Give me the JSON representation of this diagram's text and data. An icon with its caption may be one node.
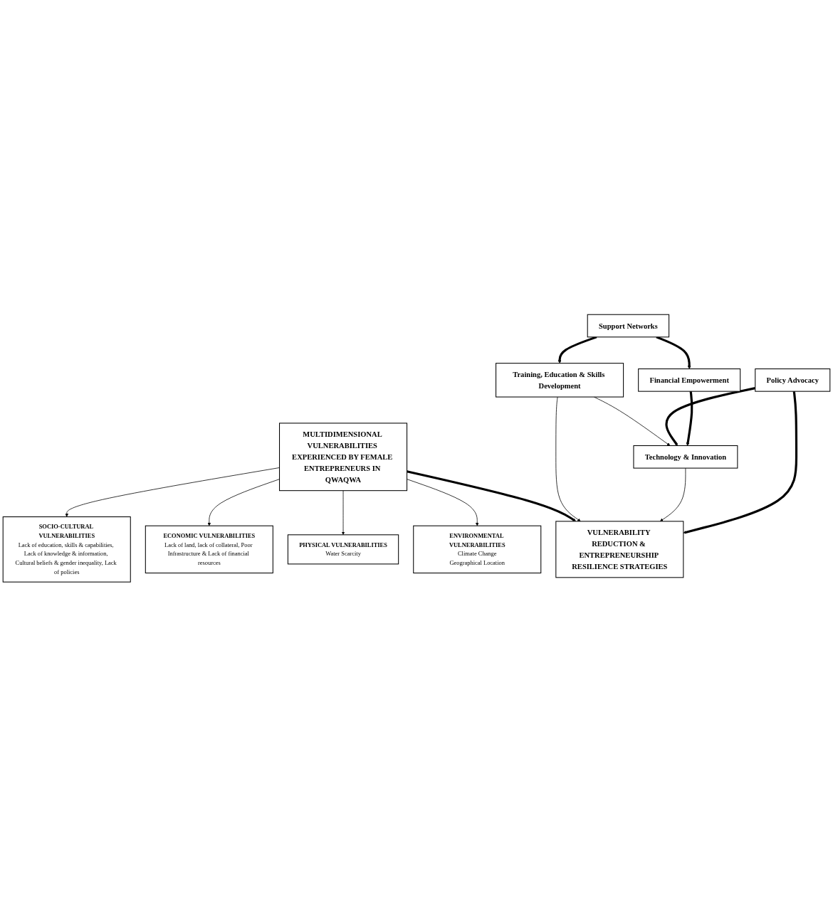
{
  "diagram": {
    "nodes": [
      {
        "text": [
          "MULTIDIMENSIONAL VULNERABILITIES EXPERIENCED BY FEMALE ENTREPRENEURS IN QWAQWA"
        ]
      },
      {
        "text": [
          "ENVIRONMENTAL VULNERABILITIES",
          "Climate Change",
          "Geographical Location"
        ]
      },
      {
        "text": [
          "PHYSICAL VULNERABILITIES",
          "Water Scarcity"
        ]
      },
      {
        "text": [
          "ECONOMIC VULNERABILITIES",
          "Lack of land, lack of collateral, Poor Infrastructure & Lack of financial resources"
        ]
      },
      {
        "text": [
          "SOCIO-CULTURAL VULNERABILITIES",
          "Lack of education, skills & capabilities, Lack of knowledge & information, Cultural beliefs & gender inequality, Lack of policies"
        ]
      },
      {
        "text": [
          "VULNERABILITY REDUCTION & ENTREPRENEURSHIP RESILIENCE STRATEGIES"
        ]
      },
      {
        "text": [
          "Training, Education & Skills Development"
        ]
      },
      {
        "text": [
          "Technology & Innovation"
        ]
      },
      {
        "text": [
          "Financial Empowerment"
        ]
      },
      {
        "text": [
          "Support Networks"
        ]
      },
      {
        "text": [
          "Policy Advocacy"
        ]
      }
    ],
    "edges": [
      {
        "from": 0,
        "to": 1,
        "arrow": "to"
      },
      {
        "from": 0,
        "to": 2,
        "arrow": "to"
      },
      {
        "from": 0,
        "to": 3,
        "arrow": "to"
      },
      {
        "from": 0,
        "to": 4,
        "arrow": "to"
      },
      {
        "from": 0,
        "to": 5,
        "arrow": "to",
        "style": "thick"
      },
      {
        "from": 6,
        "to": 5,
        "arrow": "to"
      },
      {
        "from": 6,
        "to": 7,
        "arrow": "to"
      },
      {
        "from": 7,
        "to": 5,
        "arrow": "to"
      },
      {
        "from": 10,
        "to": 5,
        "arrow": "to",
        "style": "thick"
      },
      {
        "from": 10,
        "to": 7,
        "arrow": "to",
        "style": "thick"
      },
      {
        "from": 8,
        "to": 7,
        "arrow": "to",
        "style": "thick"
      },
      {
        "from": 9,
        "to": 8,
        "arrow": "to",
        "style": "thick"
      },
      {
        "from": 9,
        "to": 6,
        "arrow": "to",
        "style": "thick"
      }
    ]
  }
}
